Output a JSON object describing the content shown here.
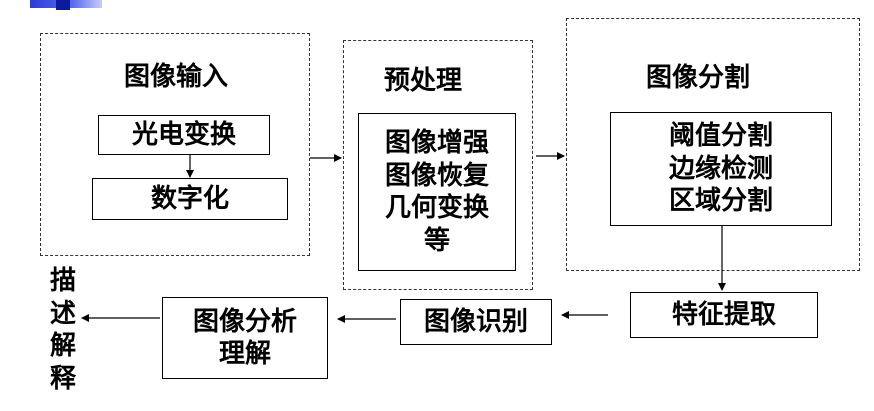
{
  "groups": {
    "input": {
      "title": "图像输入",
      "step1": "光电变换",
      "step2": "数字化"
    },
    "preprocess": {
      "title": "预处理",
      "items": [
        "图像增强",
        "图像恢复",
        "几何变换",
        "等"
      ]
    },
    "segmentation": {
      "title": "图像分割",
      "items": [
        "阈值分割",
        "边缘检测",
        "区域分割"
      ]
    }
  },
  "bottom": {
    "feature": "特征提取",
    "recognition": "图像识别",
    "analysis": [
      "图像分析",
      "理解"
    ],
    "description": [
      "描",
      "述",
      "解",
      "释"
    ]
  },
  "colors": {
    "accent": "#2b3bd6",
    "line": "#000000",
    "dash": "#333333"
  }
}
